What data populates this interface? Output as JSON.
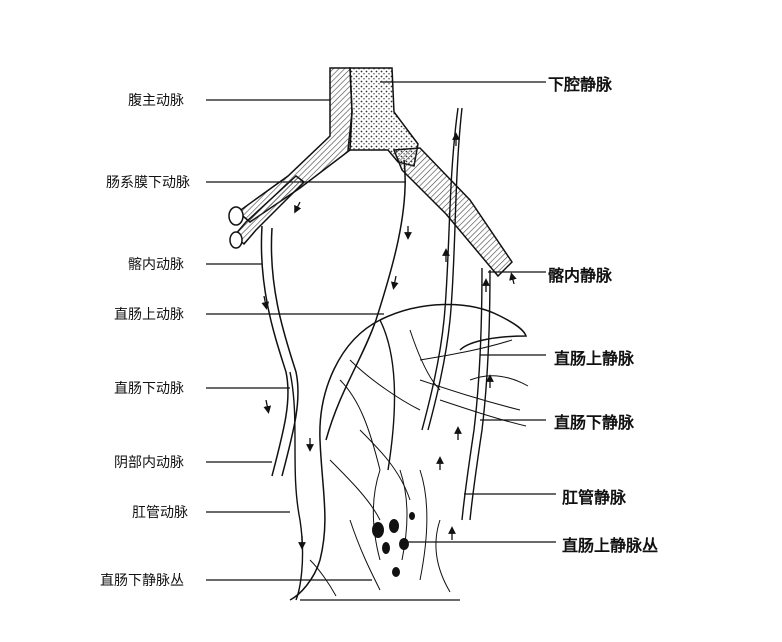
{
  "labels_left": {
    "abdominal_aorta": "腹主动脉",
    "inferior_mesenteric_artery": "肠系膜下动脉",
    "internal_iliac_artery": "髂内动脉",
    "superior_rectal_artery": "直肠上动脉",
    "inferior_rectal_artery": "直肠下动脉",
    "internal_pudendal_artery": "阴部内动脉",
    "anal_artery": "肛管动脉",
    "inferior_rectal_venous_plexus": "直肠下静脉丛"
  },
  "labels_right": {
    "inferior_vena_cava": "下腔静脉",
    "internal_iliac_vein": "髂内静脉",
    "superior_rectal_vein": "直肠上静脉",
    "inferior_rectal_vein": "直肠下静脉",
    "anal_vein": "肛管静脉",
    "superior_rectal_venous_plexus": "直肠上静脉丛"
  },
  "colors": {
    "line": "#111111",
    "background": "#ffffff",
    "hatch": "#444444"
  }
}
